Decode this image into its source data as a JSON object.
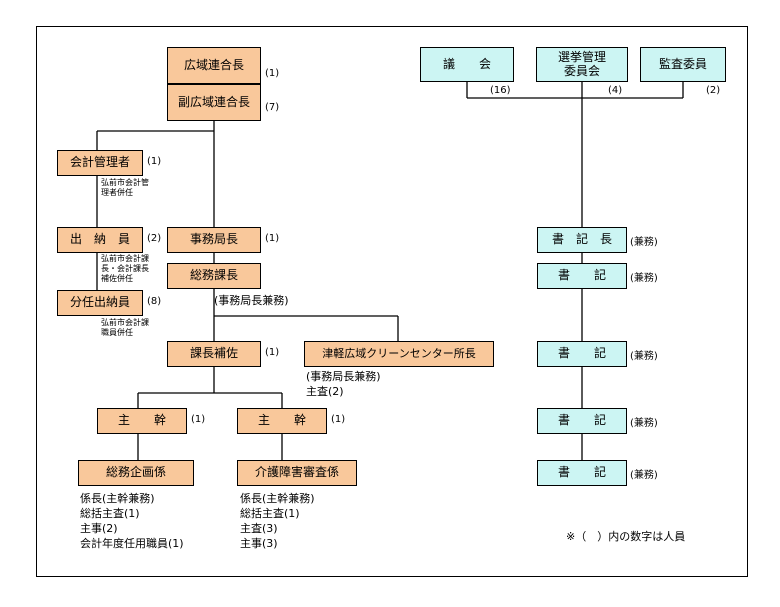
{
  "left": {
    "chairman": {
      "label": "広域連合長",
      "count": "(1)"
    },
    "vice_chairman": {
      "label": "副広域連合長",
      "count": "(7)"
    },
    "accounting_manager": {
      "label": "会計管理者",
      "count": "(1)",
      "note": "弘前市会計管\n理者併任"
    },
    "cashier": {
      "label": "出　納　員",
      "count": "(2)",
      "note": "弘前市会計課\n長・会計課長\n補佐併任"
    },
    "sub_cashier": {
      "label": "分任出納員",
      "count": "(8)",
      "note": "弘前市会計課\n職員併任"
    },
    "secretariat_head": {
      "label": "事務局長",
      "count": "(1)"
    },
    "general_affairs_head": {
      "label": "総務課長",
      "count": "(事務局長兼務)"
    },
    "deputy_head": {
      "label": "課長補佐",
      "count": "(1)"
    },
    "clean_center": {
      "label": "津軽広域クリーンセンター所長",
      "note": "(事務局長兼務)\n主査(2)"
    },
    "chief_1": {
      "label": "主　　幹",
      "count": "(1)"
    },
    "chief_2": {
      "label": "主　　幹",
      "count": "(1)"
    },
    "planning_section": {
      "label": "総務企画係",
      "note": "係長(主幹兼務)\n総括主査(1)\n主事(2)\n会計年度任用職員(1)"
    },
    "care_section": {
      "label": "介護障害審査係",
      "note": "係長(主幹兼務)\n総括主査(1)\n主査(3)\n主事(3)"
    }
  },
  "right": {
    "assembly": {
      "label": "議　　会",
      "count": "(16)"
    },
    "election_committee": {
      "label": "選挙管理\n委員会",
      "count": "(4)"
    },
    "auditors": {
      "label": "監査委員",
      "count": "(2)"
    },
    "clerk_head": {
      "label": "書　記　長",
      "count": "(兼務)"
    },
    "clerk_1": {
      "label": "書　　記",
      "count": "(兼務)"
    },
    "clerk_2": {
      "label": "書　　記",
      "count": "(兼務)"
    },
    "clerk_3": {
      "label": "書　　記",
      "count": "(兼務)"
    },
    "clerk_4": {
      "label": "書　　記",
      "count": "(兼務)"
    }
  },
  "footnote": "※（　）内の数字は人員",
  "colors": {
    "org_box": "#f9c89b",
    "committee_box": "#ccf5f3",
    "line": "#000000"
  }
}
